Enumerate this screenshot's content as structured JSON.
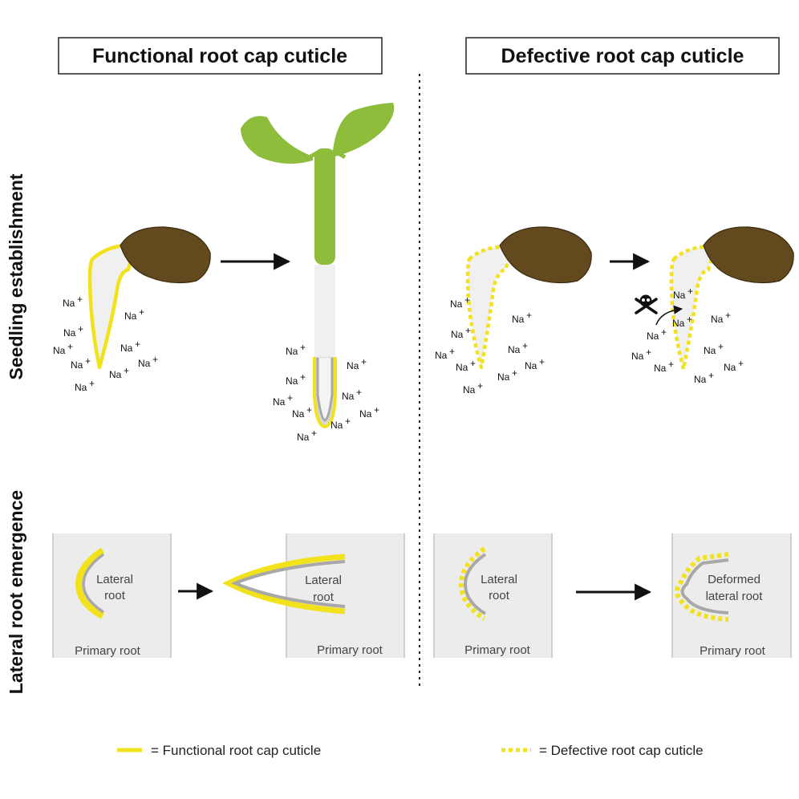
{
  "headers": {
    "functional": "Functional  root cap cuticle",
    "defective": "Defective  root cap cuticle"
  },
  "rows": {
    "seedling": "Seedling establishment",
    "lateral": "Lateral root emergence"
  },
  "ion_label": "Na",
  "ion_charge": "+",
  "labels": {
    "lateral_root_line1": "Lateral",
    "lateral_root_line2": "root",
    "deformed_line1": "Deformed",
    "deformed_line2": "lateral root",
    "primary_root": "Primary root"
  },
  "legend": {
    "functional": "= Functional root cap cuticle",
    "defective": "= Defective root cap cuticle"
  },
  "colors": {
    "cuticle_yellow": "#f2e21b",
    "leaf_green": "#8dbd3a",
    "seed_brown": "#634a1e",
    "root_fill": "#f0f0f0",
    "root_gray": "#a8a8a8",
    "panel_bg": "#ececec"
  }
}
